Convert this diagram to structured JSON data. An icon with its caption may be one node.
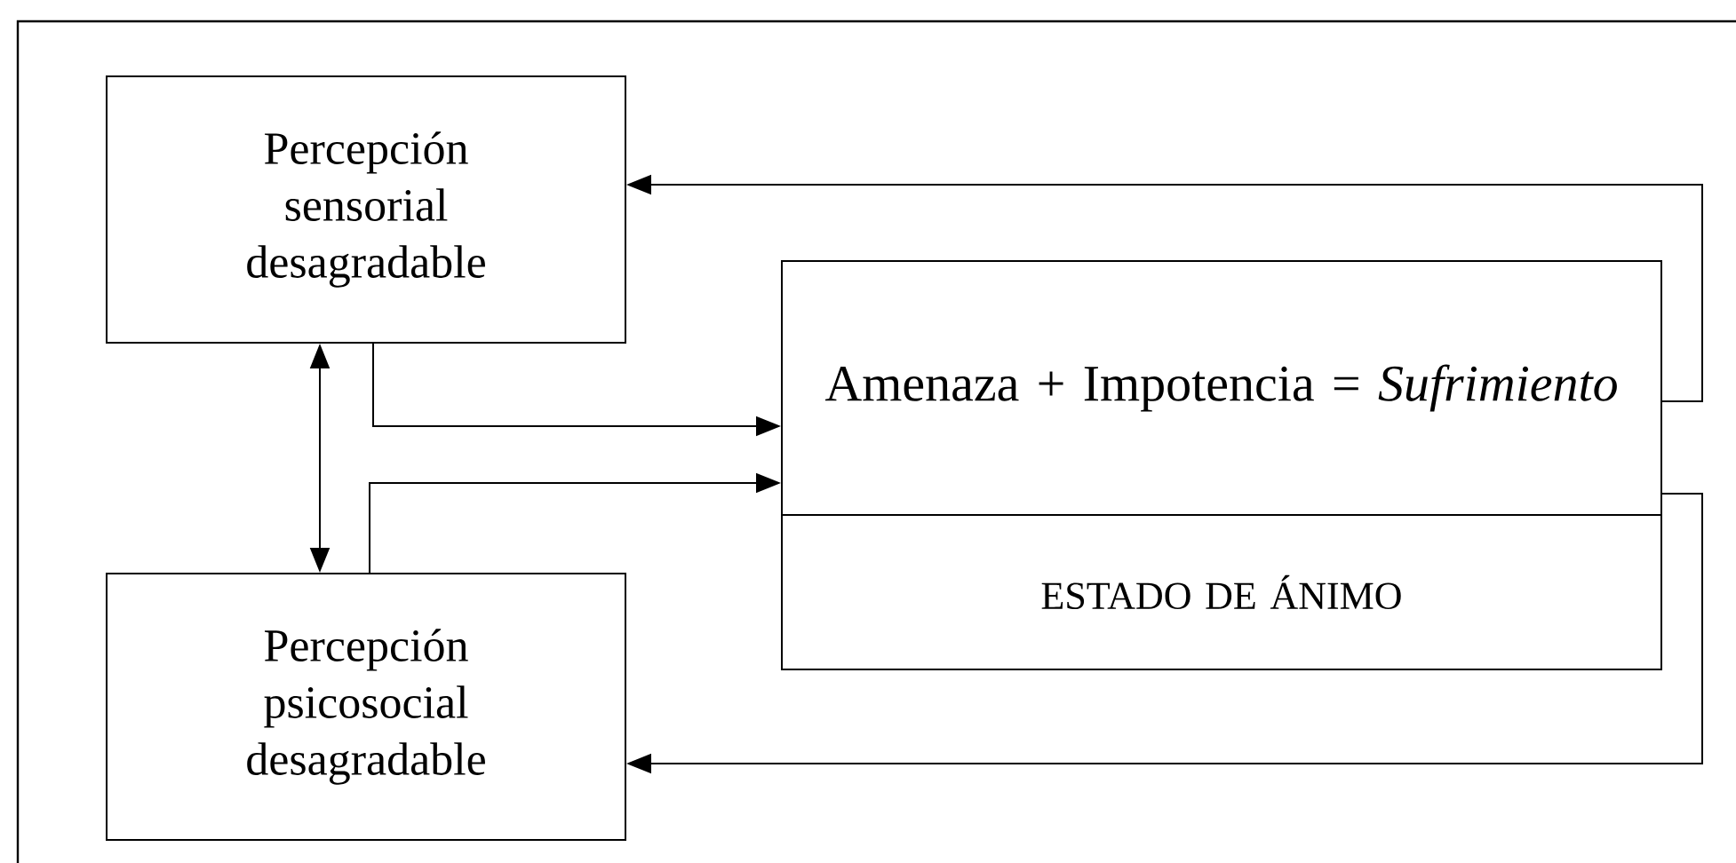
{
  "diagram": {
    "nodes": [
      {
        "text": [
          "Percepción sensorial desagradable"
        ]
      },
      {
        "text": [
          "Amenaza + Impotencia = *Sufrimiento*"
        ]
      },
      {
        "text": [
          "ESTADO DE ÁNIMO"
        ]
      },
      {
        "text": [
          "Percepción psicosocial desagradable"
        ]
      }
    ],
    "edges": [
      {
        "from": 0,
        "to": 1,
        "arrow": "to"
      },
      {
        "from": 3,
        "to": 1,
        "arrow": "to"
      },
      {
        "from": 0,
        "to": 3,
        "arrow": "both"
      },
      {
        "from": 1,
        "to": 0,
        "arrow": "to"
      },
      {
        "from": 1,
        "to": 3,
        "arrow": "to"
      }
    ]
  }
}
